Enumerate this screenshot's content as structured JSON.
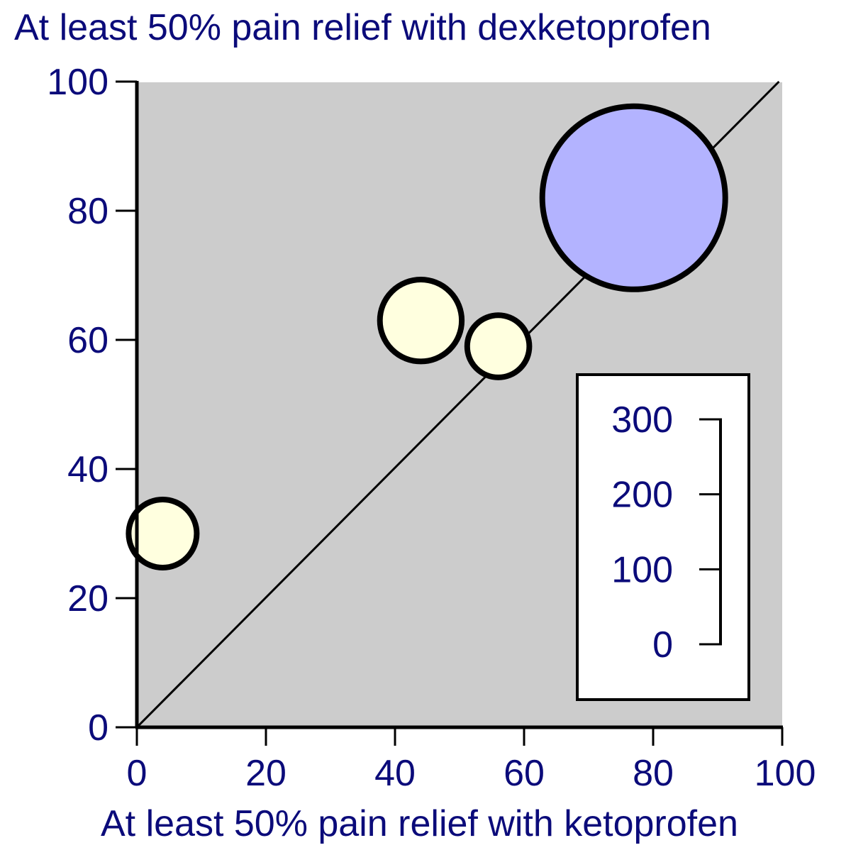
{
  "chart_data": {
    "type": "scatter",
    "title": "At least 50% pain relief with dexketoprofen",
    "xlabel": "At least 50% pain relief with ketoprofen",
    "ylabel": "",
    "xlim": [
      0,
      100
    ],
    "ylim": [
      0,
      100
    ],
    "xticks": [
      "0",
      "20",
      "40",
      "60",
      "80",
      "100"
    ],
    "yticks": [
      "0",
      "20",
      "40",
      "60",
      "80",
      "100"
    ],
    "grid": false,
    "reference_line": "equality line (y = x)",
    "points": [
      {
        "x": 4,
        "y": 30,
        "size": 36,
        "color": "#ffffdf"
      },
      {
        "x": 44,
        "y": 63,
        "size": 52,
        "color": "#ffffdf"
      },
      {
        "x": 56,
        "y": 59,
        "size": 30,
        "color": "#ffffdf"
      },
      {
        "x": 77,
        "y": 82,
        "size": 260,
        "color": "#b3b3ff"
      }
    ],
    "size_legend": {
      "placement": "bottom-right",
      "ticks": [
        "300",
        "200",
        "100",
        "0"
      ],
      "range": [
        0,
        300
      ]
    },
    "colors": {
      "plot_background": "#cccccc",
      "text": "#0b0b7a",
      "axis": "#000000",
      "small_bubbles": "#ffffdf",
      "large_bubble": "#b3b3ff"
    }
  }
}
